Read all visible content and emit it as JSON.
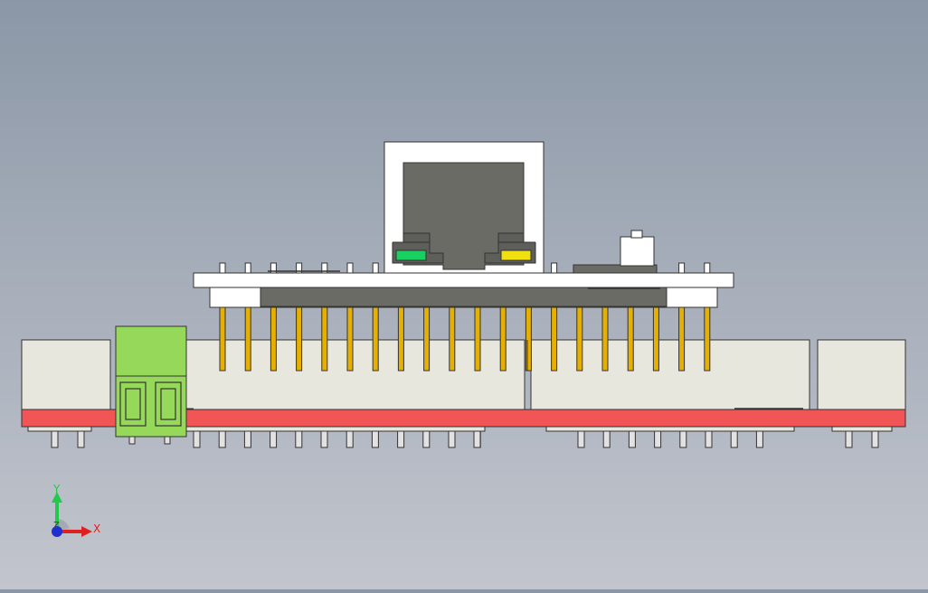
{
  "scene": {
    "view": "front",
    "background_top": "#8b97a7",
    "background_bottom": "#c2c5cd"
  },
  "triad": {
    "axis_y_label": "Y",
    "axis_x_label": "X",
    "axis_z_label": "Z",
    "y_color": "#22c94a",
    "x_color": "#e02020",
    "z_color": "#2030d0"
  },
  "colors": {
    "pcb": "#f25555",
    "housing": "#e8e7dd",
    "pin_gold": "#e5b000",
    "pin_silver": "#e2e2e2",
    "terminal": "#96d95a",
    "rj45_body": "#6b6b66",
    "led_left": "#18d060",
    "led_right": "#f0e010"
  }
}
